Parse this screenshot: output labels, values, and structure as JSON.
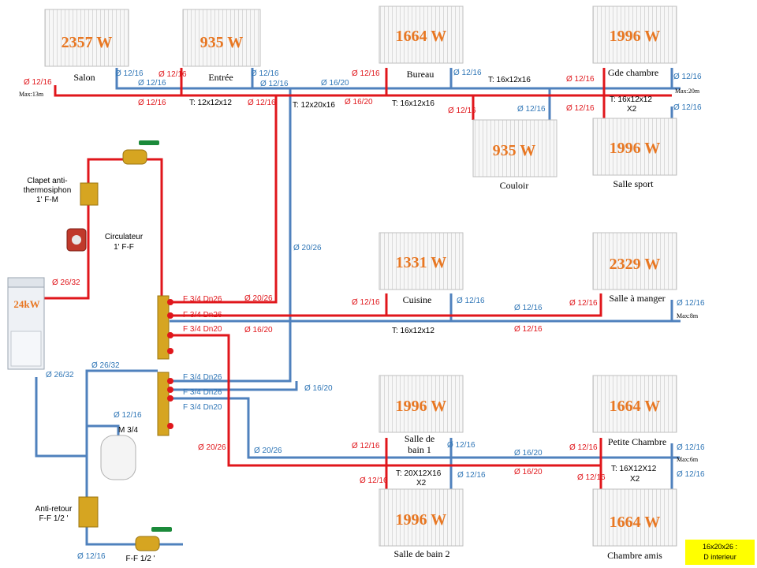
{
  "radiators": [
    {
      "id": "salon",
      "power": "2357 W",
      "room": "Salon"
    },
    {
      "id": "entree",
      "power": "935 W",
      "room": "Entrée"
    },
    {
      "id": "bureau",
      "power": "1664 W",
      "room": "Bureau"
    },
    {
      "id": "gde",
      "power": "1996 W",
      "room": "Gde chambre"
    },
    {
      "id": "couloir",
      "power": "935 W",
      "room": "Couloir"
    },
    {
      "id": "sport",
      "power": "1996 W",
      "room": "Salle sport"
    },
    {
      "id": "cuisine",
      "power": "1331 W",
      "room": "Cuisine"
    },
    {
      "id": "manger",
      "power": "2329 W",
      "room": "Salle à manger"
    },
    {
      "id": "sdb1",
      "power": "1996 W",
      "room": "Salle de bain 1"
    },
    {
      "id": "petite",
      "power": "1664 W",
      "room": "Petite Chambre"
    },
    {
      "id": "sdb2",
      "power": "1996 W",
      "room": "Salle de bain 2"
    },
    {
      "id": "amis",
      "power": "1664 W",
      "room": "Chambre amis"
    }
  ],
  "pipe_labels": {
    "d1216": "Ø 12/16",
    "d1620": "Ø 16/20",
    "d2026": "Ø 20/26",
    "d2632": "Ø 26/32"
  },
  "tees": {
    "t121212": "T: 12x12x12",
    "t122016": "T: 12x20x16",
    "t161216": "T: 16x12x16",
    "t161212x2": "T: 16x12x12",
    "x2": "X2",
    "t161212": "T: 16x12x12",
    "t201216": "T: 20X12X16",
    "t161212caps": "T: 16X12X12"
  },
  "maxes": {
    "m13": "Max:13m",
    "m20": "Max:20m",
    "m8": "Max:8m",
    "m6": "Max:6m"
  },
  "manifold": {
    "f34_26": "F 3/4 Dn26",
    "f34_20": "F 3/4 Dn20"
  },
  "components": {
    "clapet": "Clapet anti-",
    "clapet2": "thermosiphon",
    "clapet3": "1' F-M",
    "circ": "Circulateur",
    "circ2": "1' F-F",
    "boiler": "24kW",
    "vessel": "M 3/4",
    "antiretour": "Anti-retour",
    "antiretour2": "F-F 1/2 '",
    "valve": "F-F 1/2 '"
  },
  "note": {
    "line1": "16x20x26 :",
    "line2": "D interieur"
  },
  "colors": {
    "supply": "#e0161b",
    "return": "#4f81bd",
    "power": "#e87722",
    "note_bg": "#ffff00"
  }
}
